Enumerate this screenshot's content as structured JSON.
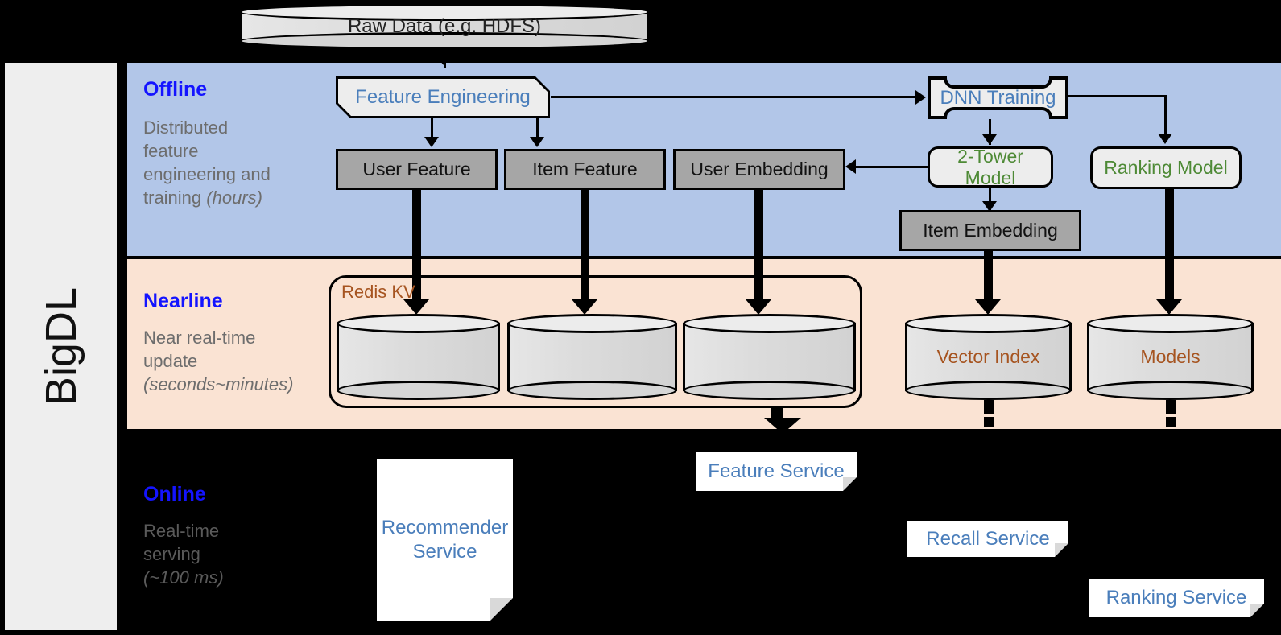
{
  "framework": {
    "name": "BigDL"
  },
  "source": {
    "label": "Raw Data (e.g. HDFS)"
  },
  "stages": [
    {
      "key": "offline",
      "title": "Offline",
      "description_line1": "Distributed",
      "description_line2": "feature",
      "description_line3": "engineering and",
      "description_line4": "training ",
      "description_emphasis": "(hours)"
    },
    {
      "key": "nearline",
      "title": "Nearline",
      "description_line1": "Near real-time",
      "description_line2": "update",
      "description_emphasis": "(seconds~minutes)"
    },
    {
      "key": "online",
      "title": "Online",
      "description_line1": "Real-time",
      "description_line2": "serving",
      "description_emphasis": "(~100 ms)"
    }
  ],
  "offline": {
    "feature_engineering": "Feature Engineering",
    "dnn_training": "DNN Training",
    "user_feature": "User Feature",
    "item_feature": "Item Feature",
    "user_embedding": "User Embedding",
    "item_embedding": "Item Embedding",
    "two_tower_model": "2-Tower Model",
    "ranking_model": "Ranking Model"
  },
  "nearline": {
    "redis_kv": "Redis KV",
    "store_1": "",
    "store_2": "",
    "store_3": "",
    "vector_index": "Vector Index",
    "models": "Models"
  },
  "online": {
    "recommender_service_line1": "Recommender",
    "recommender_service_line2": "Service",
    "feature_service": "Feature Service",
    "recall_service": "Recall Service",
    "ranking_service": "Ranking Service"
  },
  "colors": {
    "offline_band": "#b2c6e8",
    "nearline_band": "#fae3d3",
    "online_band": "#000000",
    "stage_title": "#1414ff",
    "stage_desc": "#6d6d6d",
    "process_blue": "#4a7ebb",
    "model_green": "#4e8a36",
    "redis_orange": "#a65420",
    "gray_box": "#a6a6a6",
    "panel_gray": "#eeeeee"
  }
}
